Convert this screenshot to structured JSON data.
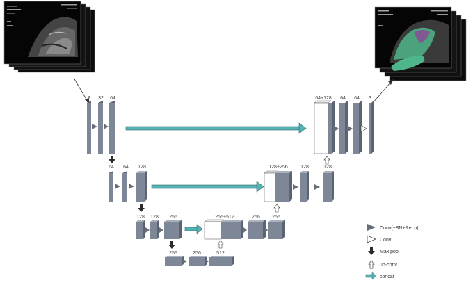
{
  "colors": {
    "block_front": "#7e8797",
    "block_side": "#5c6472",
    "block_top": "#aab1bd",
    "concat": "#56b3b4",
    "concat_edge": "#2f6f73",
    "maxpool": "#2b2b2b",
    "conv_bn": "#676e7a",
    "mask_green": "#4fb58a",
    "mask_purple": "#8a4c97"
  },
  "images": {
    "input": "ultrasound-scan-stack",
    "output": "segmented-ultrasound-scan-stack"
  },
  "encoder": {
    "level1": [
      "3",
      "32",
      "64"
    ],
    "level2": [
      "64",
      "64",
      "128"
    ],
    "level3": [
      "128",
      "128",
      "256"
    ],
    "bottleneck": [
      "256",
      "256",
      "512"
    ]
  },
  "decoder": {
    "level3": [
      "256+512",
      "256",
      "256"
    ],
    "level2": [
      "128+256",
      "128",
      "128"
    ],
    "level1": [
      "64+128",
      "64",
      "64",
      "3"
    ]
  },
  "legend": {
    "items": [
      {
        "key": "conv_bn",
        "icon": "filled-triangle-icon",
        "label": "Conv(+BN+ReLu)"
      },
      {
        "key": "conv",
        "icon": "hollow-triangle-icon",
        "label": "Conv"
      },
      {
        "key": "maxpool",
        "icon": "down-arrow-icon",
        "label": "Max pool"
      },
      {
        "key": "upconv",
        "icon": "up-arrow-icon",
        "label": "up-conv"
      },
      {
        "key": "concat",
        "icon": "right-arrow-icon",
        "label": "concat"
      }
    ]
  }
}
